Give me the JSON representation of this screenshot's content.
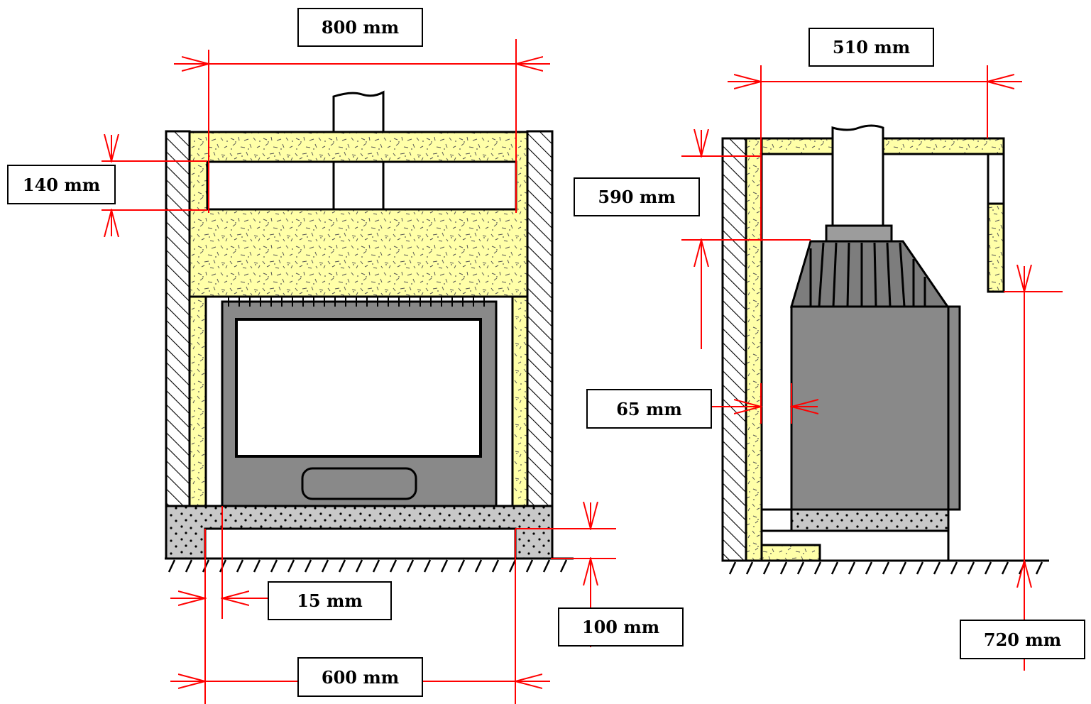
{
  "colors": {
    "insulation": "#FFFFA8",
    "insulation_speckle": "#666666",
    "stove_body": "#898989",
    "stove_dark": "#7d7d7d",
    "stove_collar": "#9c9c9c",
    "concrete": "#C8C8C8",
    "dimension_line": "#FF0000",
    "outline": "#000000",
    "paper": "#FFFFFF"
  },
  "views": {
    "front": {
      "name": "front-view"
    },
    "side": {
      "name": "side-view"
    }
  },
  "dimensions": {
    "front_width_top": "800 mm",
    "front_frame_height": "140 mm",
    "front_side_gap": "15 mm",
    "front_base_height": "100 mm",
    "front_width_bottom": "600 mm",
    "side_depth": "510 mm",
    "side_hood_height": "590 mm",
    "side_back_gap": "65 mm",
    "side_floor_to_hood": "720 mm"
  }
}
